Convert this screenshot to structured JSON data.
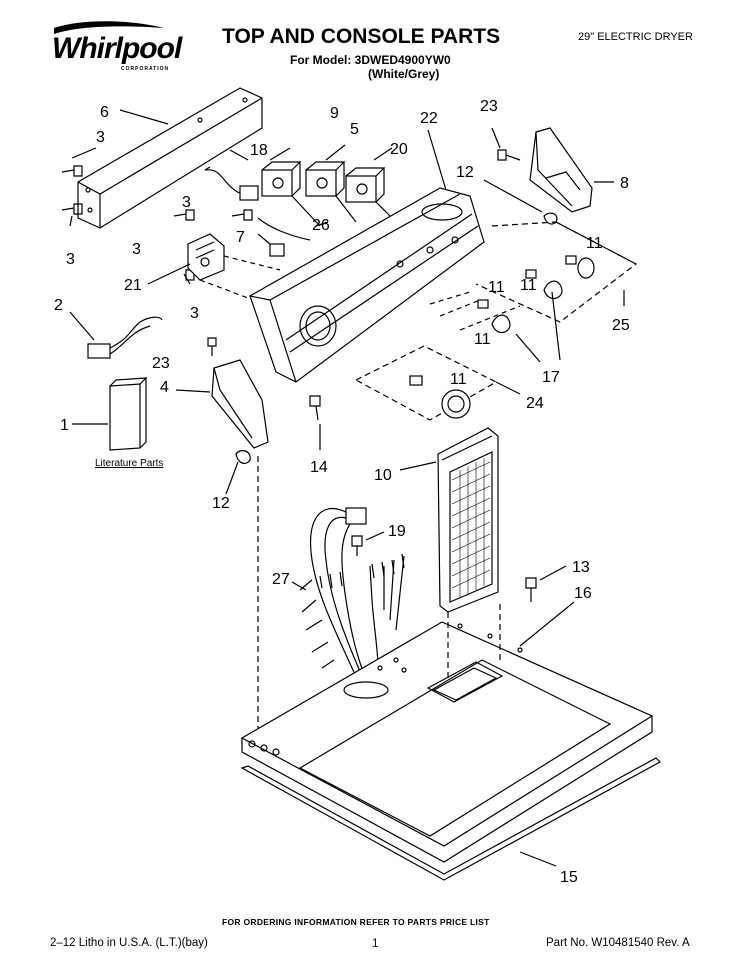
{
  "brand": {
    "name": "Whirlpool",
    "subtitle": "CORPORATION"
  },
  "header": {
    "title": "TOP AND CONSOLE PARTS",
    "model_line": "For Model: 3DWED4900YW0",
    "model_variant": "(White/Grey)",
    "product": "29\" ELECTRIC DRYER"
  },
  "literature_label": "Literature Parts",
  "callouts": [
    "1",
    "2",
    "3",
    "4",
    "5",
    "6",
    "7",
    "8",
    "9",
    "10",
    "11",
    "12",
    "13",
    "14",
    "15",
    "16",
    "17",
    "18",
    "19",
    "20",
    "21",
    "22",
    "23",
    "24",
    "25",
    "26",
    "27"
  ],
  "footer": {
    "ordering": "FOR ORDERING INFORMATION REFER TO PARTS PRICE LIST",
    "litho": "2–12 Litho in U.S.A. (L.T.)(bay)",
    "page": "1",
    "part_no": "Part No. W10481540 Rev. A"
  }
}
